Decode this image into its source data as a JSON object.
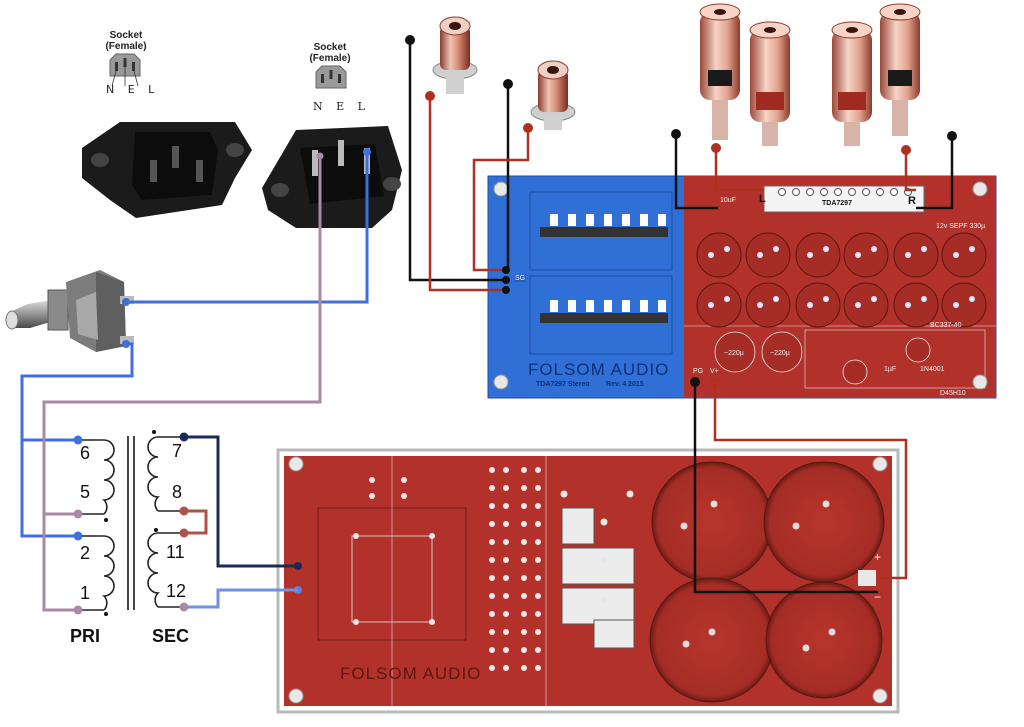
{
  "sockets": [
    {
      "title": "Socket",
      "subtitle": "(Female)",
      "pins": "N E L"
    },
    {
      "title": "Socket",
      "subtitle": "(Female)",
      "pins": "N E L"
    }
  ],
  "transformer": {
    "pins": [
      "6",
      "5",
      "2",
      "1",
      "7",
      "8",
      "11",
      "12"
    ],
    "primary_label": "PRI",
    "secondary_label": "SEC"
  },
  "amp_board": {
    "brand": "FOLSOM AUDIO",
    "model": "TDA7297 Stereo",
    "rev": "Rev. 4 2015",
    "chip": "TDA7297",
    "cap_note": "12v SEPF 330µ",
    "cap_small": "10uF",
    "left": "L",
    "right": "R",
    "sg": "SG",
    "power_pins": [
      "PG",
      "V+"
    ],
    "regulator": "BC337-40",
    "cap_220a": "~220µ",
    "cap_220b": "~220µ",
    "cap_1u": "1µF",
    "diode": "1N4001",
    "reg_name": "D45H10"
  },
  "psu_board": {
    "brand": "FOLSOM AUDIO",
    "plus": "+",
    "minus": "−"
  },
  "colors": {
    "blue_board": "#2f6fd6",
    "red_board": "#b2322b",
    "wire_blue": "#3f6fdc",
    "wire_purple": "#a98aa6",
    "wire_black": "#111111",
    "wire_red": "#b03020",
    "wire_navy": "#1a2b5a"
  }
}
